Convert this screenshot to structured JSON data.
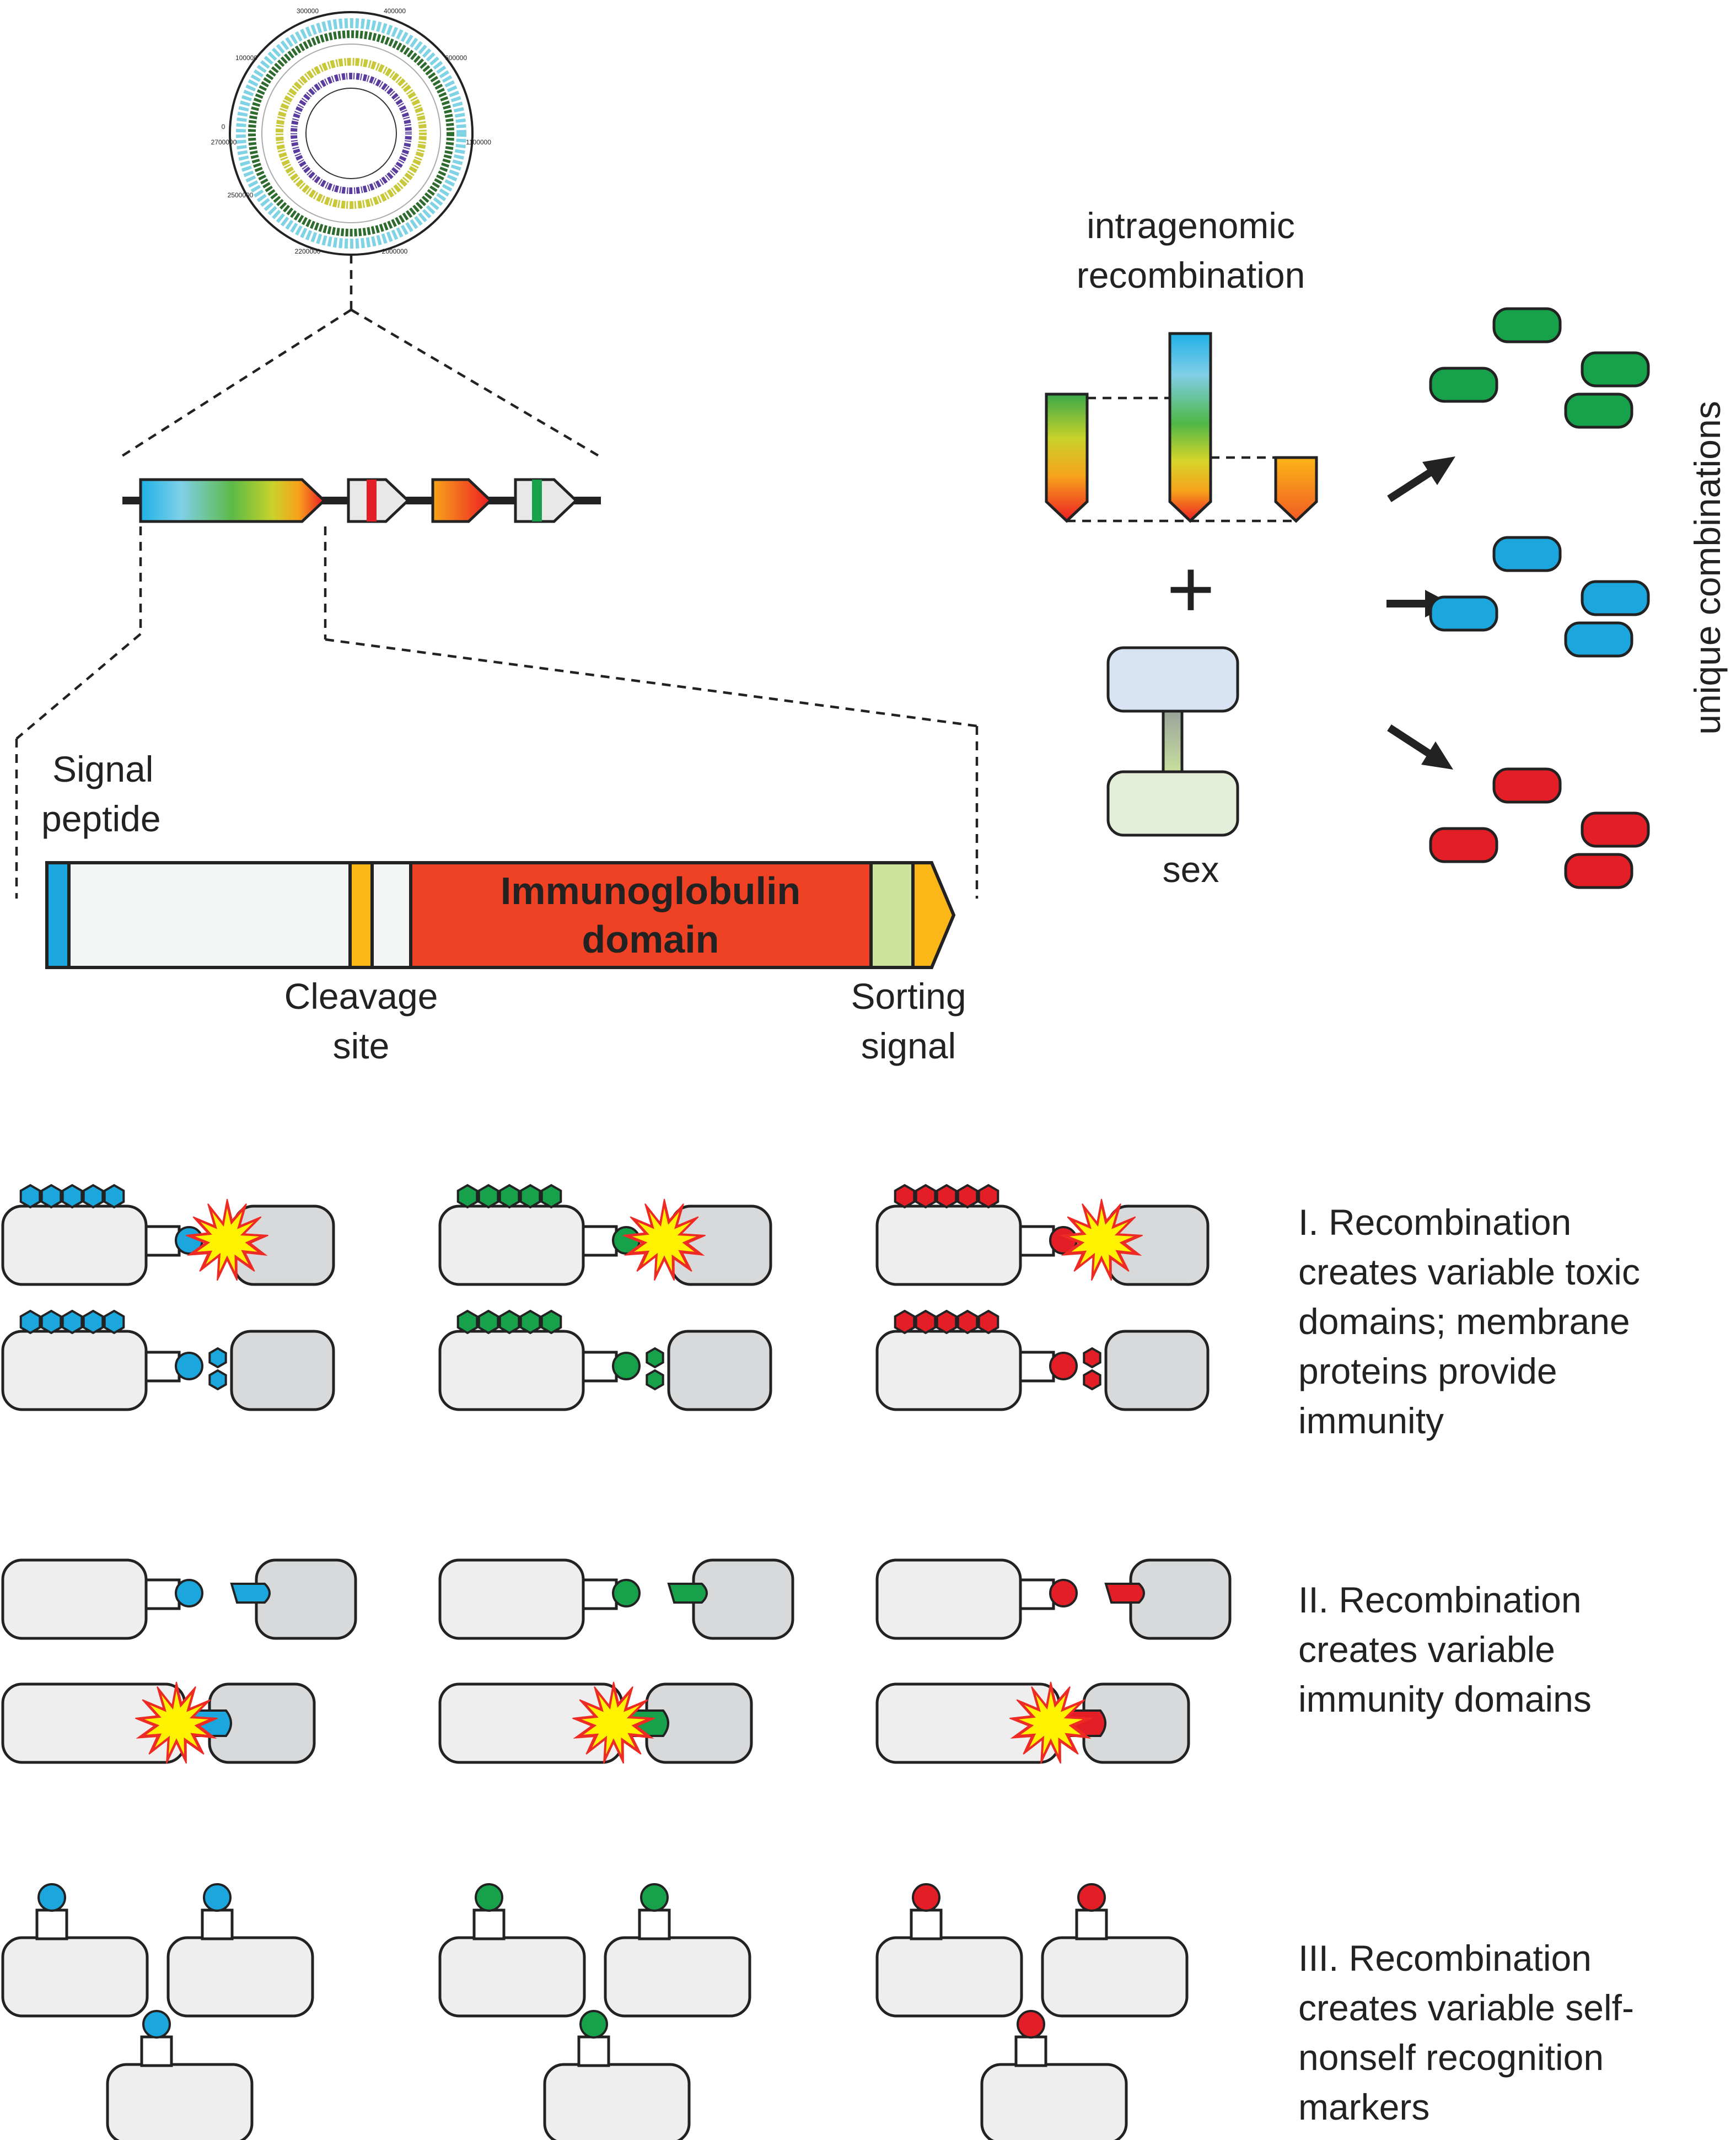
{
  "labels": {
    "signal_peptide": [
      "Signal",
      "peptide"
    ],
    "cleavage_site": [
      "Cleavage",
      "site"
    ],
    "sorting_signal": [
      "Sorting",
      "signal"
    ],
    "immunoglobulin_domain": [
      "Immunoglobulin",
      "domain"
    ],
    "intragenomic_recombination": [
      "intragenomic",
      "recombination"
    ],
    "plus": "+",
    "sex": "sex",
    "unique_combinations": "unique combinations"
  },
  "colors": {
    "blue": "#1ba6dd",
    "green": "#16a14a",
    "red": "#e41e26",
    "orange": "#f6a21a",
    "yellow": "#fff200",
    "ig_red": "#ef4123",
    "cell_light": "#eeeeee",
    "cell_dark": "#d8d9da"
  },
  "mechanisms": [
    {
      "id": "I",
      "lines": [
        "I. Recombination",
        "creates variable toxic",
        "domains; membrane",
        "proteins provide",
        "immunity"
      ]
    },
    {
      "id": "II",
      "lines": [
        "II. Recombination",
        "creates variable",
        "immunity domains"
      ]
    },
    {
      "id": "III",
      "lines": [
        "III. Recombination",
        "creates variable self-",
        "nonself recognition",
        "markers"
      ]
    }
  ],
  "genome_map": {
    "outer_tick_labels": [
      "2700000",
      "0",
      "100000",
      "300000",
      "400000",
      "600000",
      "1100000",
      "2000000",
      "2200000",
      "2500000"
    ]
  }
}
